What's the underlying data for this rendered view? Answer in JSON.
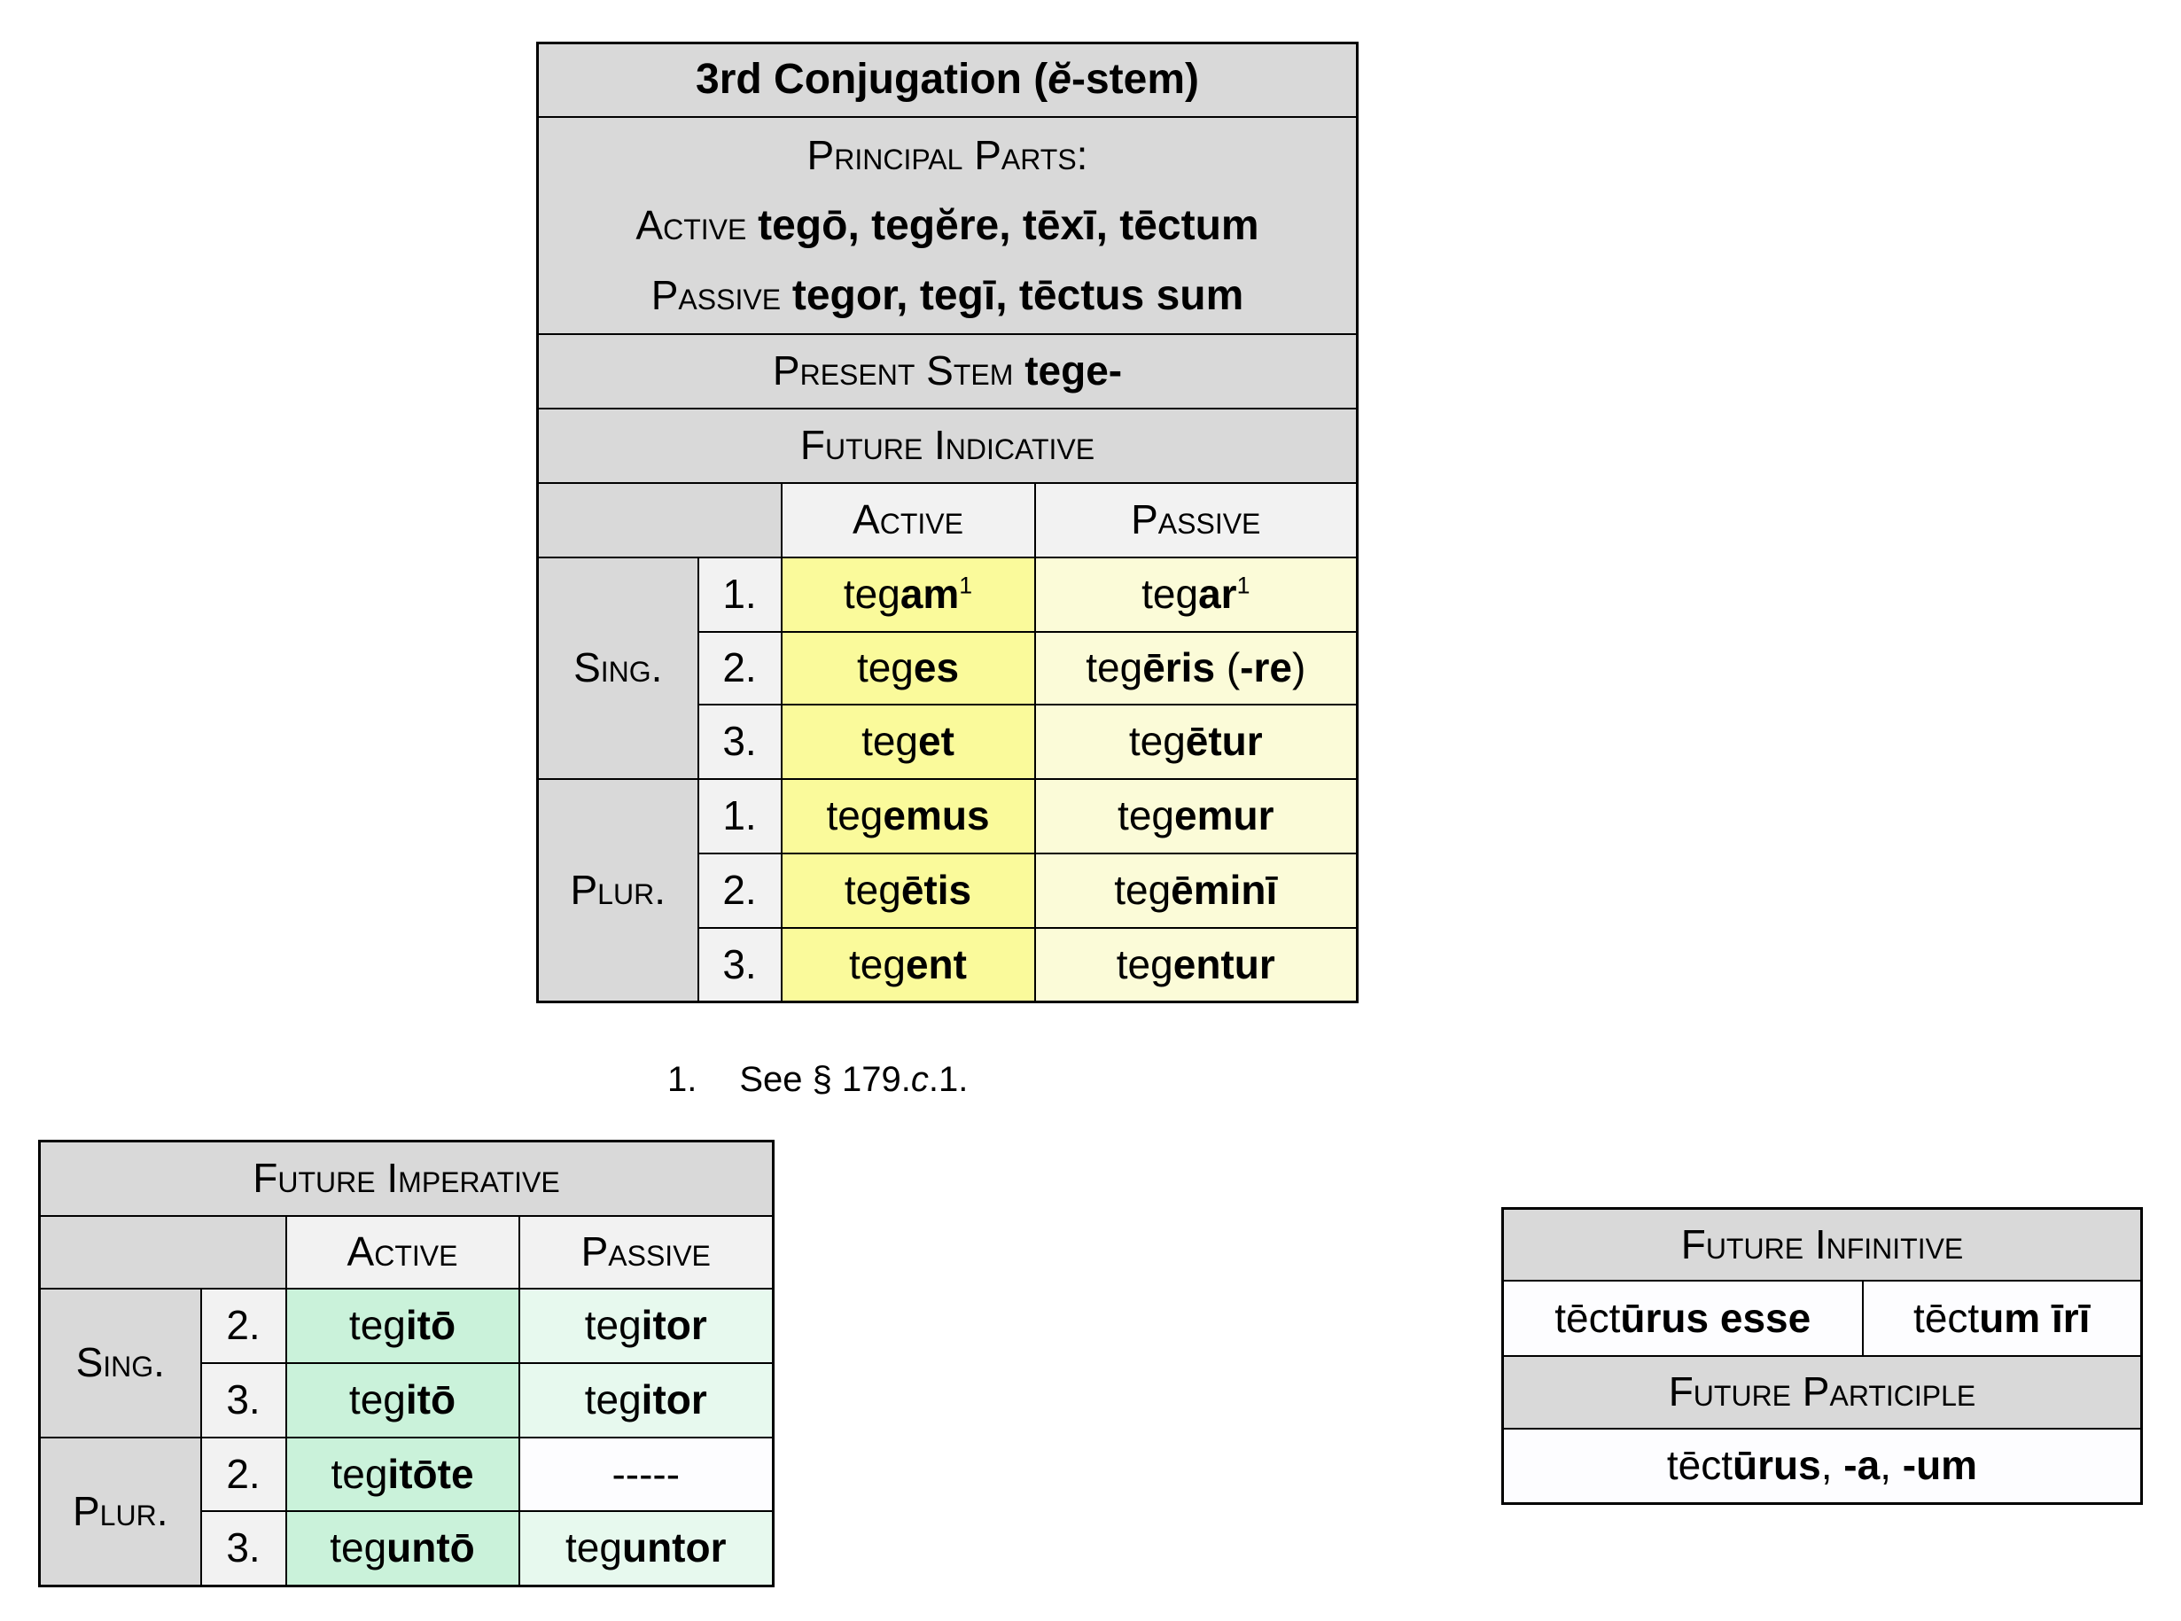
{
  "colors": {
    "page_bg": "#ffffff",
    "border_black": "#000000",
    "table_header_gray": "#d9d9d9",
    "subheader_gray": "#f2f2f2",
    "active_yellow": "#fafa9b",
    "passive_yellow": "#fbfbd8",
    "active_green": "#caf2da",
    "passive_green": "#e7f9ee",
    "blank_cell": "#fdfdff",
    "white_cell": "#fdfdff"
  },
  "main_table": {
    "title": [
      {
        "t": "3rd Conjugation (",
        "b": 1
      },
      {
        "t": "ĕ",
        "b": 1,
        "i": 1
      },
      {
        "t": "-stem)",
        "b": 1
      }
    ],
    "principal_parts_lines": [
      [
        {
          "t": "Principal Parts:",
          "sc": 1
        }
      ],
      [
        {
          "t": "Active ",
          "sc": 1
        },
        {
          "t": "tegō, tegĕre, tēxī, tēctum",
          "b": 1
        }
      ],
      [
        {
          "t": "Passive ",
          "sc": 1
        },
        {
          "t": "tegor, tegī, tēctus sum",
          "b": 1
        }
      ]
    ],
    "present_stem": [
      {
        "t": "Present Stem ",
        "sc": 1
      },
      {
        "t": "tege-",
        "b": 1
      }
    ],
    "section_header": [
      {
        "t": "Future Indicative",
        "sc": 1
      }
    ],
    "active_header": "Active",
    "passive_header": "Passive",
    "sing_label": "Sing.",
    "plur_label": "Plur.",
    "rows": [
      {
        "num": "1.",
        "active": [
          {
            "t": "teg"
          },
          {
            "t": "am",
            "b": 1
          },
          {
            "t": "1",
            "sup": 1
          }
        ],
        "passive": [
          {
            "t": "teg"
          },
          {
            "t": "ar",
            "b": 1
          },
          {
            "t": "1",
            "sup": 1
          }
        ]
      },
      {
        "num": "2.",
        "active": [
          {
            "t": "teg"
          },
          {
            "t": "es",
            "b": 1
          }
        ],
        "passive": [
          {
            "t": "teg"
          },
          {
            "t": "ēris",
            "b": 1
          },
          {
            "t": " ("
          },
          {
            "t": "-re",
            "b": 1
          },
          {
            "t": ")"
          }
        ]
      },
      {
        "num": "3.",
        "active": [
          {
            "t": "teg"
          },
          {
            "t": "et",
            "b": 1
          }
        ],
        "passive": [
          {
            "t": "teg"
          },
          {
            "t": "ētur",
            "b": 1
          }
        ]
      },
      {
        "num": "1.",
        "active": [
          {
            "t": "teg"
          },
          {
            "t": "emus",
            "b": 1
          }
        ],
        "passive": [
          {
            "t": "teg"
          },
          {
            "t": "emur",
            "b": 1
          }
        ]
      },
      {
        "num": "2.",
        "active": [
          {
            "t": "teg"
          },
          {
            "t": "ētis",
            "b": 1
          }
        ],
        "passive": [
          {
            "t": "teg"
          },
          {
            "t": "ēminī",
            "b": 1
          }
        ]
      },
      {
        "num": "3.",
        "active": [
          {
            "t": "teg"
          },
          {
            "t": "ent",
            "b": 1
          }
        ],
        "passive": [
          {
            "t": "teg"
          },
          {
            "t": "entur",
            "b": 1
          }
        ]
      }
    ]
  },
  "footnote": {
    "marker": "1.",
    "text": [
      {
        "t": "See § 179."
      },
      {
        "t": "c",
        "i": 1
      },
      {
        "t": ".1."
      }
    ]
  },
  "imperative_table": {
    "title": [
      {
        "t": "Future Imperative",
        "sc": 1
      }
    ],
    "active_header": "Active",
    "passive_header": "Passive",
    "sing_label": "Sing.",
    "plur_label": "Plur.",
    "rows": [
      {
        "num": "2.",
        "active": [
          {
            "t": "teg"
          },
          {
            "t": "itō",
            "b": 1
          }
        ],
        "passive": [
          {
            "t": "teg"
          },
          {
            "t": "itor",
            "b": 1
          }
        ]
      },
      {
        "num": "3.",
        "active": [
          {
            "t": "teg"
          },
          {
            "t": "itō",
            "b": 1
          }
        ],
        "passive": [
          {
            "t": "teg"
          },
          {
            "t": "itor",
            "b": 1
          }
        ]
      },
      {
        "num": "2.",
        "active": [
          {
            "t": "teg"
          },
          {
            "t": "itōte",
            "b": 1
          }
        ],
        "passive": [
          {
            "t": "-----"
          }
        ]
      },
      {
        "num": "3.",
        "active": [
          {
            "t": "teg"
          },
          {
            "t": "untō",
            "b": 1
          }
        ],
        "passive": [
          {
            "t": "teg"
          },
          {
            "t": "untor",
            "b": 1
          }
        ]
      }
    ]
  },
  "infinitive_table": {
    "infinitive_header": [
      {
        "t": "Future Infinitive",
        "sc": 1
      }
    ],
    "active": [
      {
        "t": "tēct"
      },
      {
        "t": "ūrus esse",
        "b": 1
      }
    ],
    "passive": [
      {
        "t": "tēct"
      },
      {
        "t": "um īrī",
        "b": 1
      }
    ],
    "participle_header": [
      {
        "t": "Future Participle",
        "sc": 1
      }
    ],
    "participle": [
      {
        "t": "tēct"
      },
      {
        "t": "ūrus",
        "b": 1
      },
      {
        "t": ", "
      },
      {
        "t": "-a",
        "b": 1
      },
      {
        "t": ", "
      },
      {
        "t": "-um",
        "b": 1
      }
    ]
  }
}
